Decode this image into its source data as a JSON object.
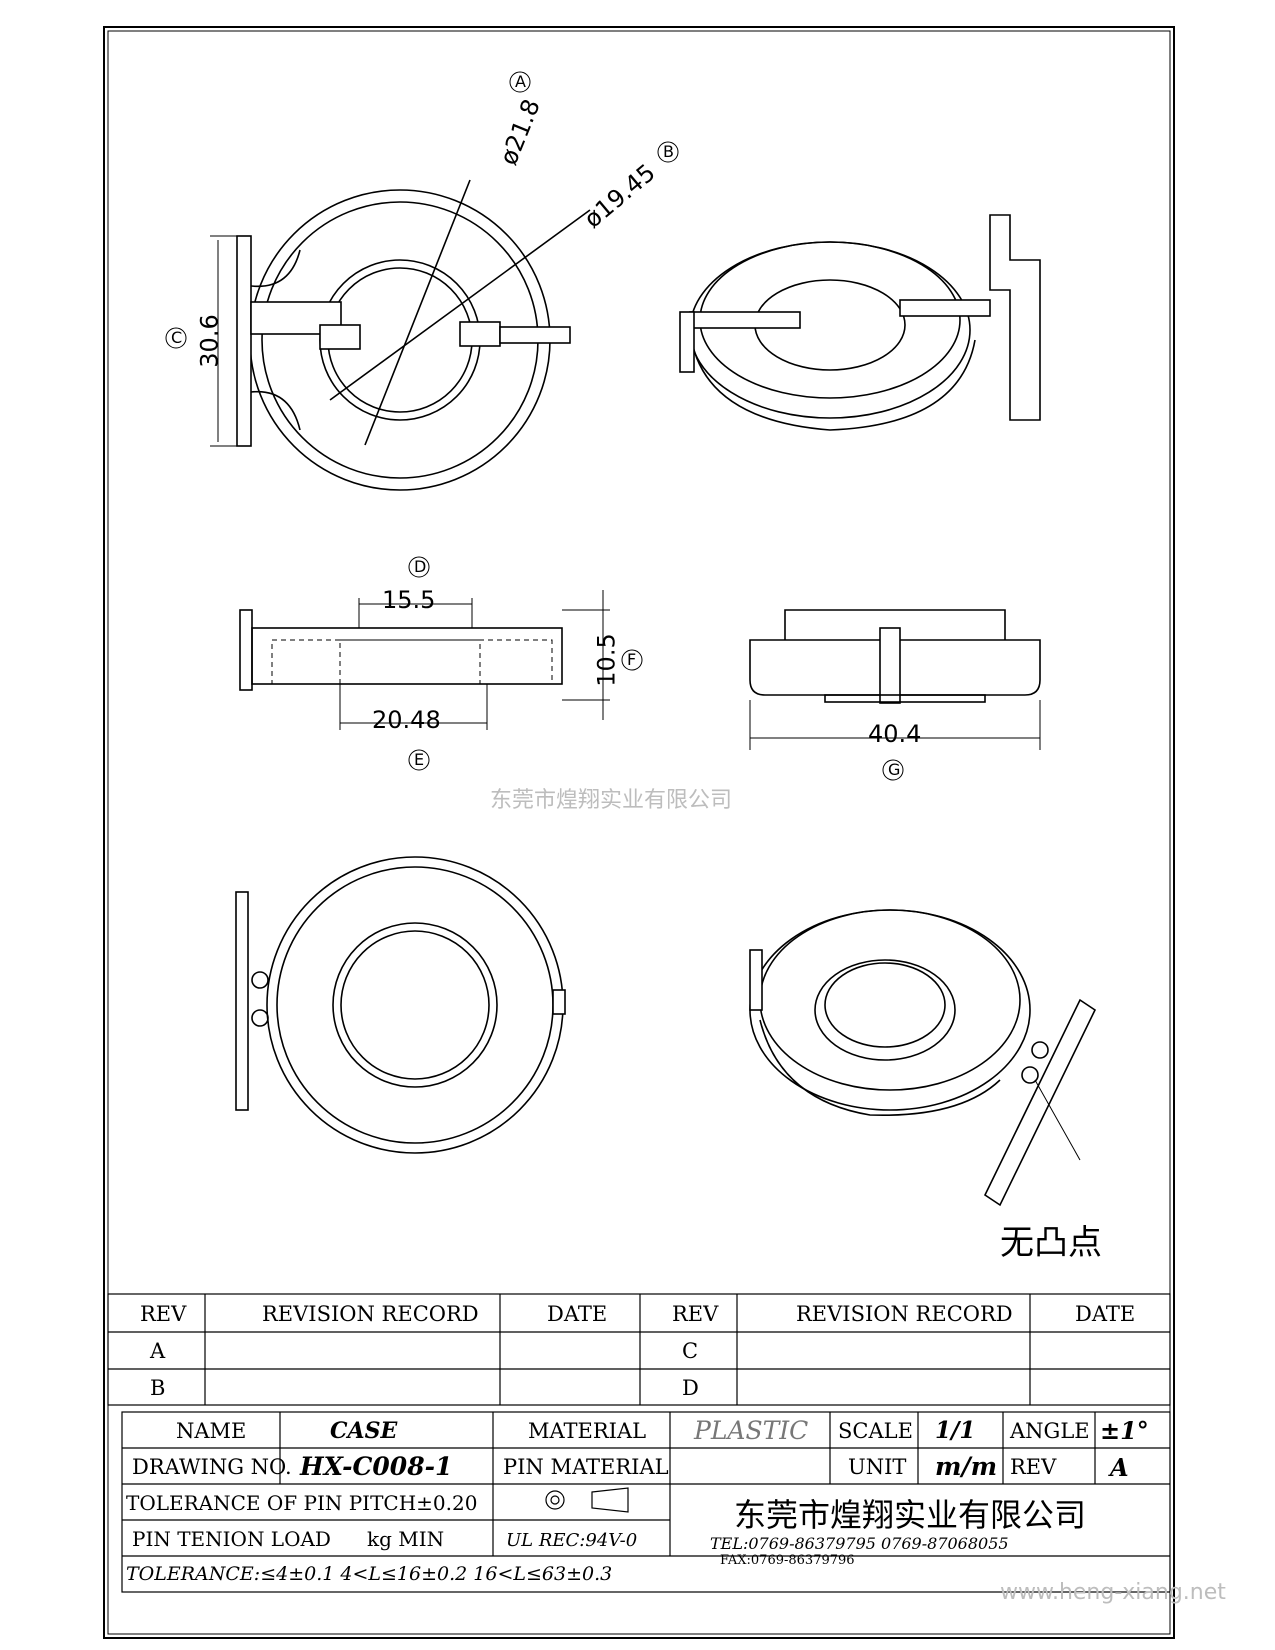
{
  "views": {
    "top": {
      "dim_a": "ø21.8",
      "dim_b": "ø19.45",
      "dim_c": "30.6",
      "marker_a": "A",
      "marker_b": "B",
      "marker_c": "C"
    },
    "front": {
      "dim_d": "15.5",
      "dim_e": "20.48",
      "dim_f": "10.5",
      "marker_d": "D",
      "marker_e": "E",
      "marker_f": "F"
    },
    "side": {
      "dim_g": "40.4",
      "marker_g": "G"
    },
    "note": "无凸点"
  },
  "watermark_center": "东莞市煌翔实业有限公司",
  "watermark_url": "www.heng-xiang.net",
  "revision_table": {
    "headers": [
      "REV",
      "REVISION RECORD",
      "DATE",
      "REV",
      "REVISION RECORD",
      "DATE"
    ],
    "rows": [
      [
        "A",
        "",
        "",
        "C",
        "",
        ""
      ],
      [
        "B",
        "",
        "",
        "D",
        "",
        ""
      ]
    ]
  },
  "title_block": {
    "name_label": "NAME",
    "name_value": "CASE",
    "material_label": "MATERIAL",
    "material_value": "PLASTIC",
    "scale_label": "SCALE",
    "scale_value": "1/1",
    "angle_label": "ANGLE",
    "angle_value": "±1°",
    "drawing_no_label": "DRAWING NO.",
    "drawing_no_value": "HX-C008-1",
    "pin_material_label": "PIN MATERIAL",
    "unit_label": "UNIT",
    "unit_value": "m/m",
    "rev_label": "REV",
    "rev_value": "A",
    "tolerance_pitch": "TOLERANCE OF PIN PITCH±0.20",
    "pin_tenion": "PIN TENION LOAD",
    "pin_tenion_unit": "kg MIN",
    "ul_rec": "UL REC:94V-0",
    "company": "东莞市煌翔实业有限公司",
    "tel": "TEL:0769-86379795   0769-87068055",
    "fax": "FAX:0769-86379796",
    "tolerance_general": "TOLERANCE:≤4±0.1  4<L≤16±0.2   16<L≤63±0.3"
  }
}
